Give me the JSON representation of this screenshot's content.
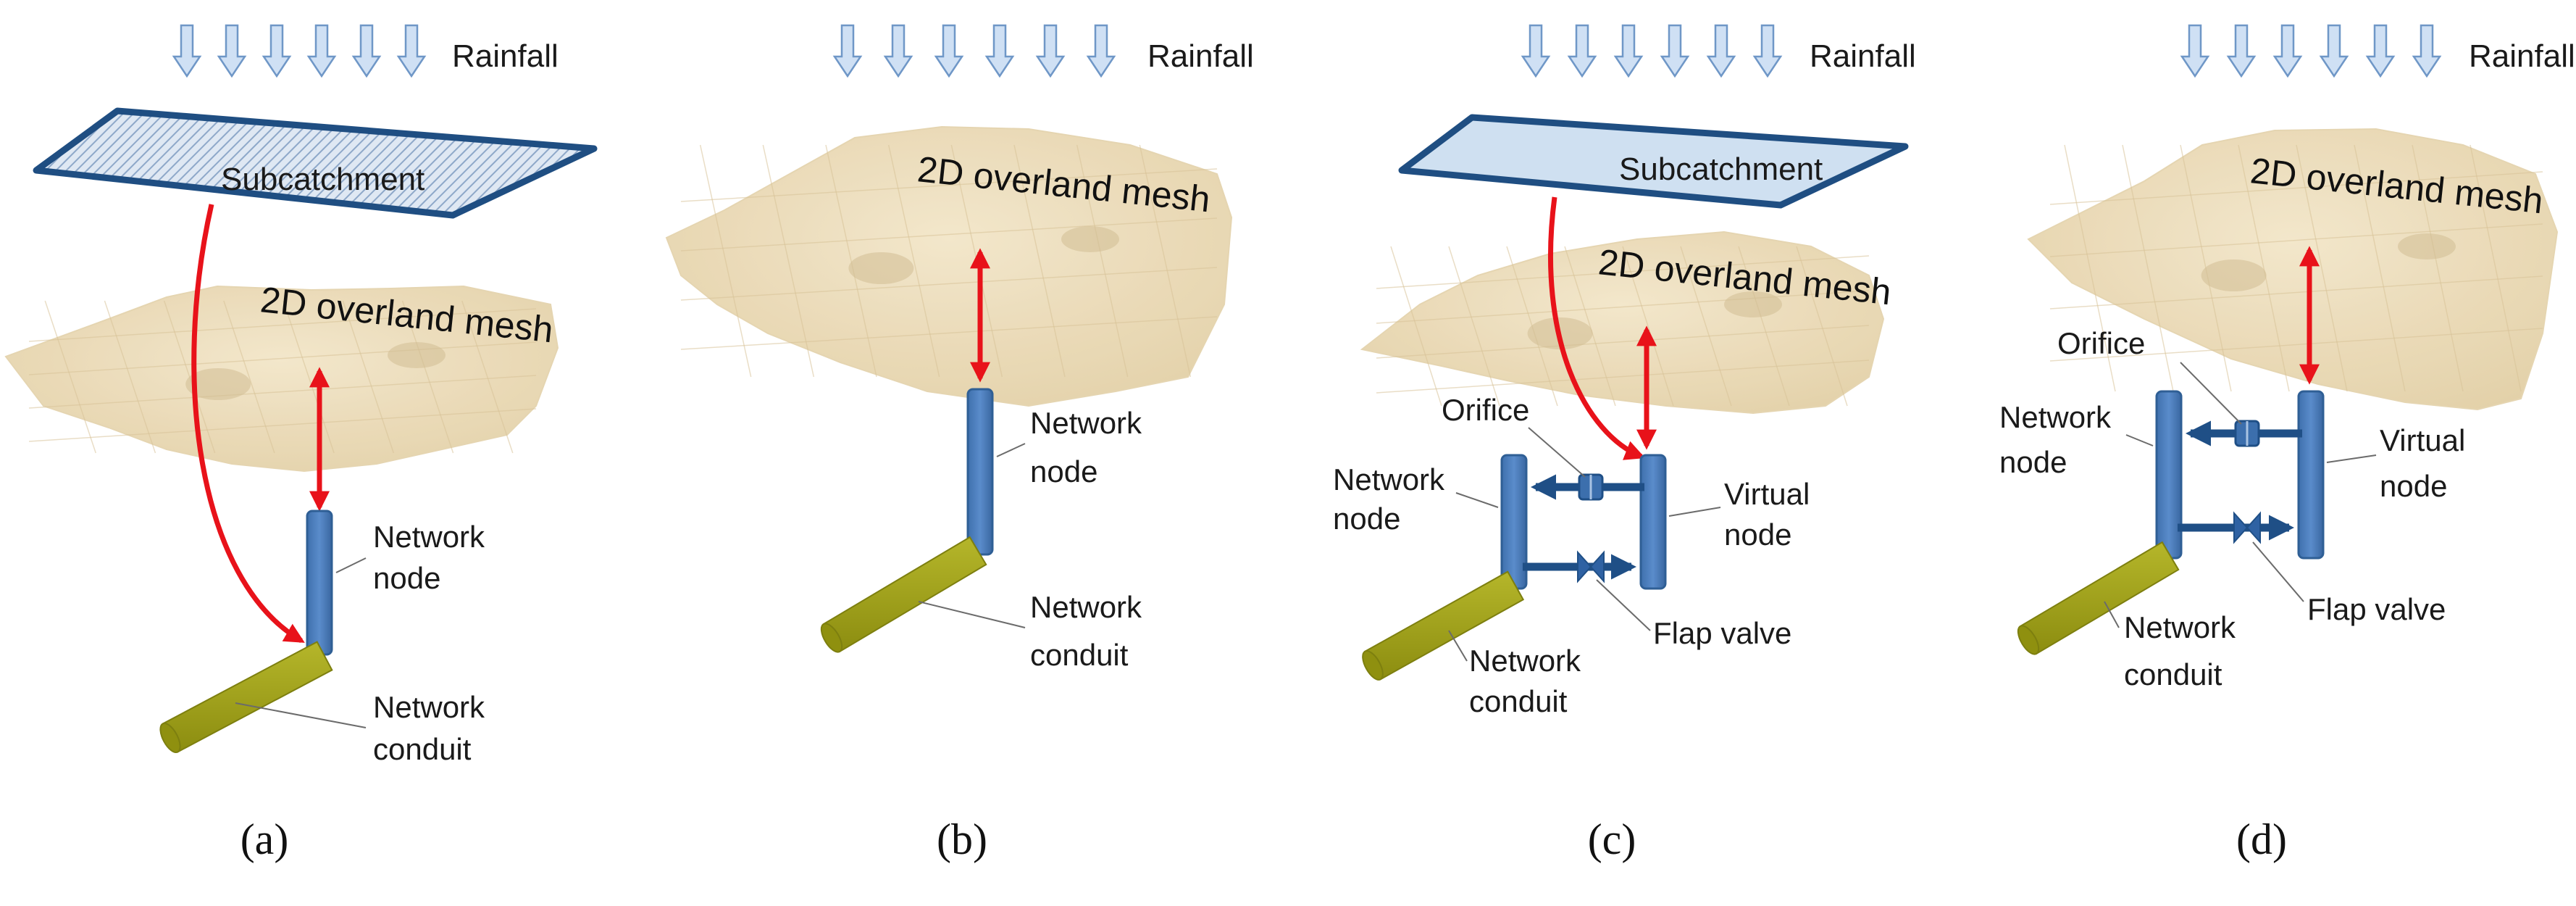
{
  "colors": {
    "rain_arrow_fill": "#cfe0f4",
    "rain_arrow_stroke": "#6f97c7",
    "subcatchment_stroke": "#1f4e82",
    "subcatchment_fill_hatched": "#c9d7ea",
    "subcatchment_fill_plain": "#cfe0f1",
    "mesh_fill": "#ecdcb8",
    "mesh_shadow": "#d2be94",
    "node_fill": "#4e81bd",
    "node_stroke": "#2f5f95",
    "conduit_fill": "#a2a31a",
    "conduit_stroke": "#7d7f0f",
    "link_arrow": "#e8121a",
    "link_pipe": "#1f4f86"
  },
  "panels": [
    {
      "id": "a",
      "caption": "(a)",
      "rainfall": "Rainfall",
      "subcatchment": "Subcatchment",
      "mesh": "2D overland mesh",
      "node": [
        "Network",
        "node"
      ],
      "conduit": [
        "Network",
        "conduit"
      ]
    },
    {
      "id": "b",
      "caption": "(b)",
      "rainfall": "Rainfall",
      "mesh": "2D overland mesh",
      "node": [
        "Network",
        "node"
      ],
      "conduit": [
        "Network",
        "conduit"
      ]
    },
    {
      "id": "c",
      "caption": "(c)",
      "rainfall": "Rainfall",
      "subcatchment": "Subcatchment",
      "mesh": "2D overland mesh",
      "orifice": "Orifice",
      "node": [
        "Network",
        "node"
      ],
      "virtual": [
        "Virtual",
        "node"
      ],
      "flap": "Flap valve",
      "conduit": [
        "Network",
        "conduit"
      ]
    },
    {
      "id": "d",
      "caption": "(d)",
      "rainfall": "Rainfall",
      "mesh": "2D overland mesh",
      "orifice": "Orifice",
      "node": [
        "Network",
        "node"
      ],
      "virtual": [
        "Virtual",
        "node"
      ],
      "flap": "Flap valve",
      "conduit": [
        "Network",
        "conduit"
      ]
    }
  ]
}
